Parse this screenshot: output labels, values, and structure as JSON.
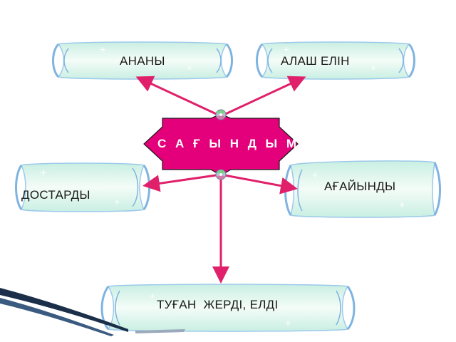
{
  "center": {
    "label": "С А Ғ Ы Н Д Ы М"
  },
  "nodes": [
    {
      "id": "anany",
      "label": "АНАНЫ"
    },
    {
      "id": "alash",
      "label": "АЛАШ ЕЛІН"
    },
    {
      "id": "dostar",
      "label": "ДОСТАРДЫ"
    },
    {
      "id": "agaiyn",
      "label": "АҒАЙЫНДЫ"
    },
    {
      "id": "tugan",
      "label": "ТУҒАН  ЖЕРДІ, ЕЛДІ"
    }
  ],
  "colors": {
    "center_fill": "#e4007a",
    "arrow": "#e0206a",
    "scroll_fill": "#dff5ee",
    "scroll_edge": "#7fb4e0"
  }
}
